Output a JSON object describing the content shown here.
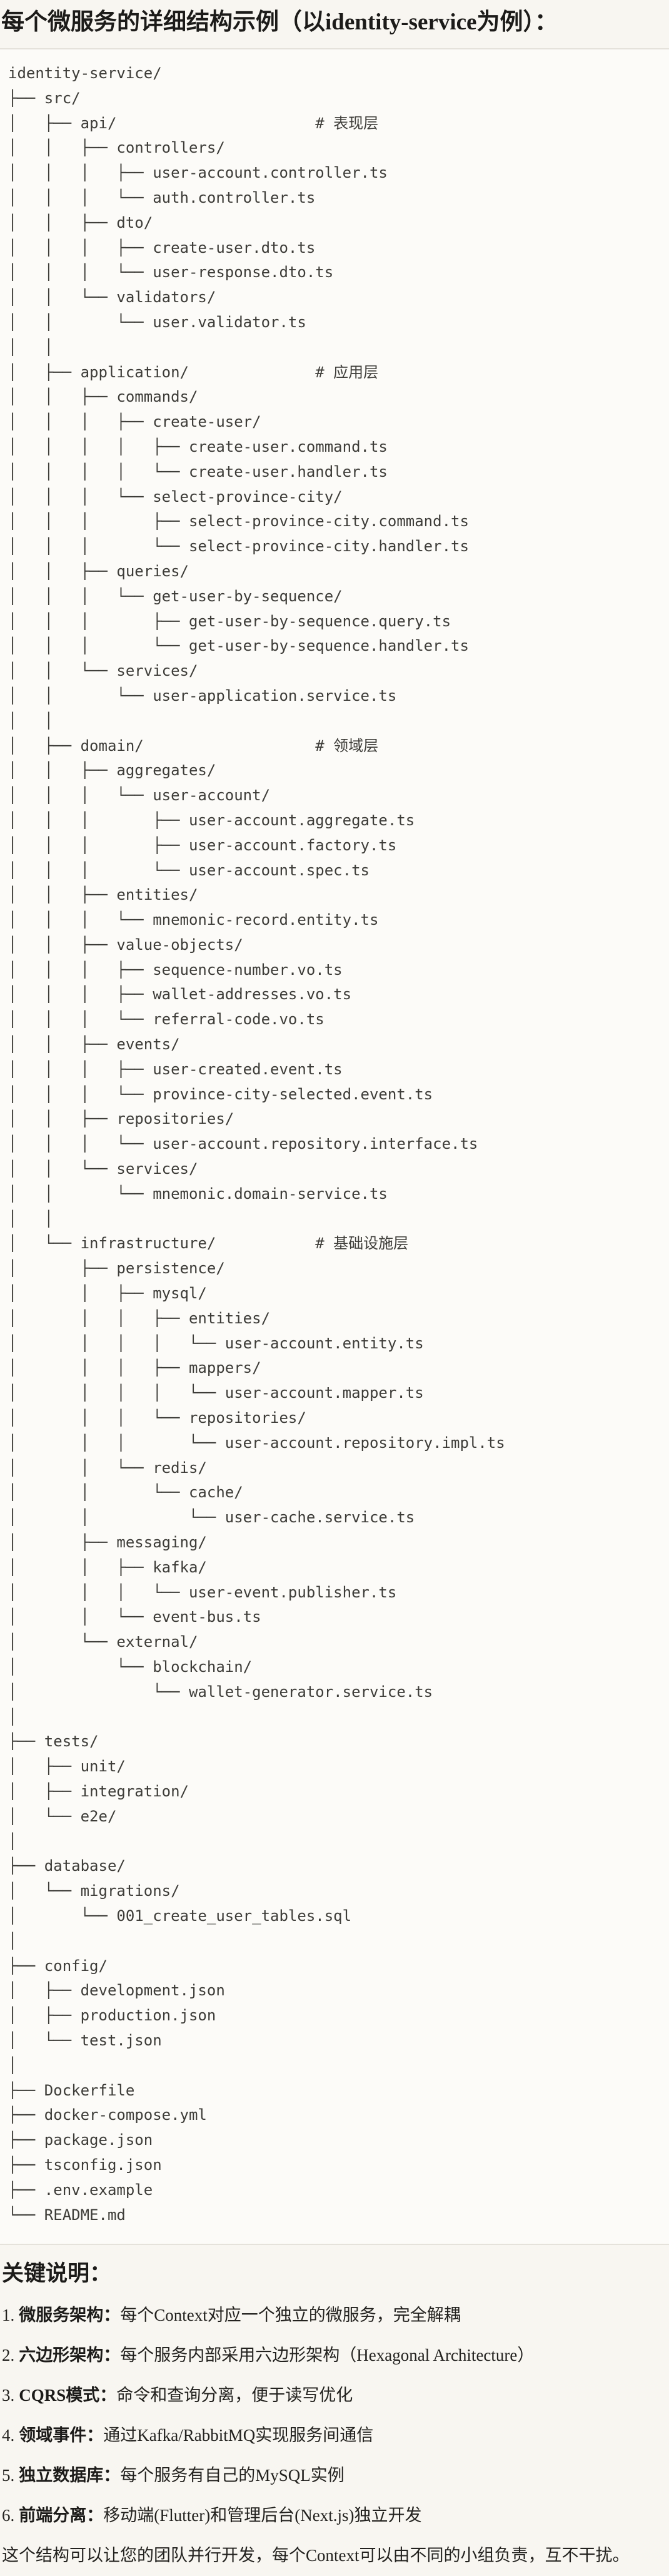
{
  "title": "每个微服务的详细结构示例（以identity-service为例）：",
  "code_block": {
    "language": "plain-text-directory-tree",
    "tree_lines": [
      "identity-service/",
      "├── src/",
      "│   ├── api/                      # 表现层",
      "│   │   ├── controllers/",
      "│   │   │   ├── user-account.controller.ts",
      "│   │   │   └── auth.controller.ts",
      "│   │   ├── dto/",
      "│   │   │   ├── create-user.dto.ts",
      "│   │   │   └── user-response.dto.ts",
      "│   │   └── validators/",
      "│   │       └── user.validator.ts",
      "│   │",
      "│   ├── application/              # 应用层",
      "│   │   ├── commands/",
      "│   │   │   ├── create-user/",
      "│   │   │   │   ├── create-user.command.ts",
      "│   │   │   │   └── create-user.handler.ts",
      "│   │   │   └── select-province-city/",
      "│   │   │       ├── select-province-city.command.ts",
      "│   │   │       └── select-province-city.handler.ts",
      "│   │   ├── queries/",
      "│   │   │   └── get-user-by-sequence/",
      "│   │   │       ├── get-user-by-sequence.query.ts",
      "│   │   │       └── get-user-by-sequence.handler.ts",
      "│   │   └── services/",
      "│   │       └── user-application.service.ts",
      "│   │",
      "│   ├── domain/                   # 领域层",
      "│   │   ├── aggregates/",
      "│   │   │   └── user-account/",
      "│   │   │       ├── user-account.aggregate.ts",
      "│   │   │       ├── user-account.factory.ts",
      "│   │   │       └── user-account.spec.ts",
      "│   │   ├── entities/",
      "│   │   │   └── mnemonic-record.entity.ts",
      "│   │   ├── value-objects/",
      "│   │   │   ├── sequence-number.vo.ts",
      "│   │   │   ├── wallet-addresses.vo.ts",
      "│   │   │   └── referral-code.vo.ts",
      "│   │   ├── events/",
      "│   │   │   ├── user-created.event.ts",
      "│   │   │   └── province-city-selected.event.ts",
      "│   │   ├── repositories/",
      "│   │   │   └── user-account.repository.interface.ts",
      "│   │   └── services/",
      "│   │       └── mnemonic.domain-service.ts",
      "│   │",
      "│   └── infrastructure/           # 基础设施层",
      "│       ├── persistence/",
      "│       │   ├── mysql/",
      "│       │   │   ├── entities/",
      "│       │   │   │   └── user-account.entity.ts",
      "│       │   │   ├── mappers/",
      "│       │   │   │   └── user-account.mapper.ts",
      "│       │   │   └── repositories/",
      "│       │   │       └── user-account.repository.impl.ts",
      "│       │   └── redis/",
      "│       │       └── cache/",
      "│       │           └── user-cache.service.ts",
      "│       ├── messaging/",
      "│       │   ├── kafka/",
      "│       │   │   └── user-event.publisher.ts",
      "│       │   └── event-bus.ts",
      "│       └── external/",
      "│           └── blockchain/",
      "│               └── wallet-generator.service.ts",
      "│",
      "├── tests/",
      "│   ├── unit/",
      "│   ├── integration/",
      "│   └── e2e/",
      "│",
      "├── database/",
      "│   └── migrations/",
      "│       └── 001_create_user_tables.sql",
      "│",
      "├── config/",
      "│   ├── development.json",
      "│   ├── production.json",
      "│   └── test.json",
      "│",
      "├── Dockerfile",
      "├── docker-compose.yml",
      "├── package.json",
      "├── tsconfig.json",
      "├── .env.example",
      "└── README.md"
    ]
  },
  "notes": {
    "heading": "关键说明：",
    "items": [
      {
        "num": "1.",
        "label": "微服务架构：",
        "text": "每个Context对应一个独立的微服务，完全解耦"
      },
      {
        "num": "2.",
        "label": "六边形架构：",
        "text": "每个服务内部采用六边形架构（Hexagonal Architecture）"
      },
      {
        "num": "3.",
        "label": "CQRS模式：",
        "text": "命令和查询分离，便于读写优化"
      },
      {
        "num": "4.",
        "label": "领域事件：",
        "text": "通过Kafka/RabbitMQ实现服务间通信"
      },
      {
        "num": "5.",
        "label": "独立数据库：",
        "text": "每个服务有自己的MySQL实例"
      },
      {
        "num": "6.",
        "label": "前端分离：",
        "text": "移动端(Flutter)和管理后台(Next.js)独立开发"
      }
    ]
  },
  "closing": "这个结构可以让您的团队并行开发，每个Context可以由不同的小组负责，互不干扰。",
  "colors": {
    "page_bg": "#F8F6F1",
    "code_bg": "#FCFBF8",
    "code_border": "#E5E2DB",
    "heading_text": "#1C1B19",
    "tree_text": "#3D3C38",
    "body_text": "#23221F"
  }
}
